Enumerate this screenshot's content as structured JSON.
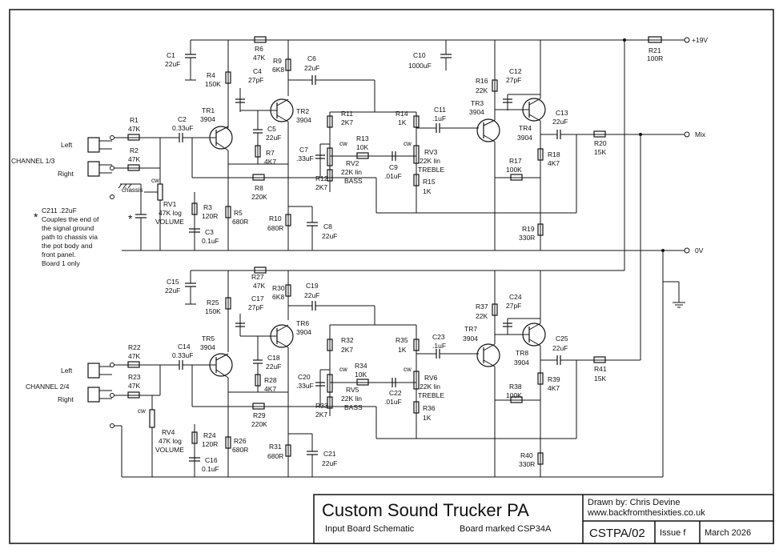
{
  "title_block": {
    "title": "Custom Sound Trucker PA",
    "subtitle": "Input Board Schematic",
    "board_note": "Board marked CSP34A",
    "drawn_by": "Drawn by: Chris Devine",
    "website": "www.backfromthesixties.co.uk",
    "drawing_number": "CSTPA/02",
    "issue": "Issue f",
    "date": "March 2026"
  },
  "rails": {
    "supply": "+19V",
    "ground": "0V",
    "output": "Mix"
  },
  "inputs": {
    "ch13": {
      "label": "CHANNEL 1/3",
      "left": "Left",
      "right": "Right"
    },
    "ch24": {
      "label": "CHANNEL 2/4",
      "left": "Left",
      "right": "Right"
    }
  },
  "note": {
    "star": "*",
    "lines": [
      "C211 .22uF",
      "Couples the end of",
      "the signal ground",
      "path to chassis via",
      "the pot body and",
      "front panel.",
      "Board 1 only"
    ],
    "chassis": "chassis"
  },
  "cw": "cw",
  "components_top": {
    "C1": [
      "C1",
      "22uF"
    ],
    "R6": [
      "R6",
      "47K"
    ],
    "C4": [
      "C4",
      "27pF"
    ],
    "R4": [
      "R4",
      "150K"
    ],
    "R9": [
      "R9",
      "6K8"
    ],
    "C6": [
      "C6",
      "22uF"
    ],
    "C10": [
      "C10",
      "1000uF"
    ],
    "R21": [
      "R21",
      "100R"
    ],
    "TR1": [
      "TR1",
      "3904"
    ],
    "TR2": [
      "TR2",
      "3904"
    ],
    "R1": [
      "R1",
      "47K"
    ],
    "R2": [
      "R2",
      "47K"
    ],
    "C2": [
      "C2",
      "0.33uF"
    ],
    "C5": [
      "C5",
      "22uF"
    ],
    "R7": [
      "R7",
      "4K7"
    ],
    "R11": [
      "R11",
      "2K7"
    ],
    "R14": [
      "R14",
      "1K"
    ],
    "C11": [
      "C11",
      ".1uF"
    ],
    "R13": [
      "R13",
      "10K"
    ],
    "C7": [
      "C7",
      ".33uF"
    ],
    "RV2": [
      "RV2",
      "22K lin",
      "BASS"
    ],
    "R12": [
      "R12",
      "2K7"
    ],
    "C9": [
      "C9",
      ".01uF"
    ],
    "RV3": [
      "RV3",
      "22K lin",
      "TREBLE"
    ],
    "R15": [
      "R15",
      "1K"
    ],
    "R16": [
      "R16",
      "22K"
    ],
    "C12": [
      "C12",
      "27pF"
    ],
    "TR3": [
      "TR3",
      "3904"
    ],
    "TR4": [
      "TR4",
      "3904"
    ],
    "C13": [
      "C13",
      "22uF"
    ],
    "R20": [
      "R20",
      "15K"
    ],
    "R18": [
      "R18",
      "4K7"
    ],
    "R17": [
      "R17",
      "100K"
    ],
    "R19": [
      "R19",
      "330R"
    ],
    "R8": [
      "R8",
      "220K"
    ],
    "RV1": [
      "RV1",
      "47K log",
      "VOLUME"
    ],
    "R3": [
      "R3",
      "120R"
    ],
    "C3": [
      "C3",
      "0.1uF"
    ],
    "R5": [
      "R5",
      "680R"
    ],
    "R10": [
      "R10",
      "680R"
    ],
    "C8": [
      "C8",
      "22uF"
    ]
  },
  "components_bottom": {
    "C15": [
      "C15",
      "22uF"
    ],
    "R27": [
      "R27",
      "47K"
    ],
    "C17": [
      "C17",
      "27pF"
    ],
    "R25": [
      "R25",
      "150K"
    ],
    "R30": [
      "R30",
      "6K8"
    ],
    "C19": [
      "C19",
      "22uF"
    ],
    "TR5": [
      "TR5",
      "3904"
    ],
    "TR6": [
      "TR6",
      "3904"
    ],
    "R22": [
      "R22",
      "47K"
    ],
    "R23": [
      "R23",
      "47K"
    ],
    "C14": [
      "C14",
      "0.33uF"
    ],
    "C18": [
      "C18",
      "22uF"
    ],
    "R28": [
      "R28",
      "4K7"
    ],
    "R32": [
      "R32",
      "2K7"
    ],
    "R35": [
      "R35",
      "1K"
    ],
    "C23": [
      "C23",
      ".1uF"
    ],
    "R34": [
      "R34",
      "10K"
    ],
    "C20": [
      "C20",
      ".33uF"
    ],
    "RV5": [
      "RV5",
      "22K lin",
      "BASS"
    ],
    "R33": [
      "R33",
      "2K7"
    ],
    "C22": [
      "C22",
      ".01uF"
    ],
    "RV6": [
      "RV6",
      "22K lin",
      "TREBLE"
    ],
    "R36": [
      "R36",
      "1K"
    ],
    "R37": [
      "R37",
      "22K"
    ],
    "C24": [
      "C24",
      "27pF"
    ],
    "TR7": [
      "TR7",
      "3904"
    ],
    "TR8": [
      "TR8",
      "3904"
    ],
    "C25": [
      "C25",
      "22uF"
    ],
    "R41": [
      "R41",
      "15K"
    ],
    "R39": [
      "R39",
      "4K7"
    ],
    "R38": [
      "R38",
      "100K"
    ],
    "R40": [
      "R40",
      "330R"
    ],
    "R29": [
      "R29",
      "220K"
    ],
    "RV4": [
      "RV4",
      "47K log",
      "VOLUME"
    ],
    "R24": [
      "R24",
      "120R"
    ],
    "C16": [
      "C16",
      "0.1uF"
    ],
    "R26": [
      "R26",
      "680R"
    ],
    "R31": [
      "R31",
      "680R"
    ],
    "C21": [
      "C21",
      "22uF"
    ]
  }
}
